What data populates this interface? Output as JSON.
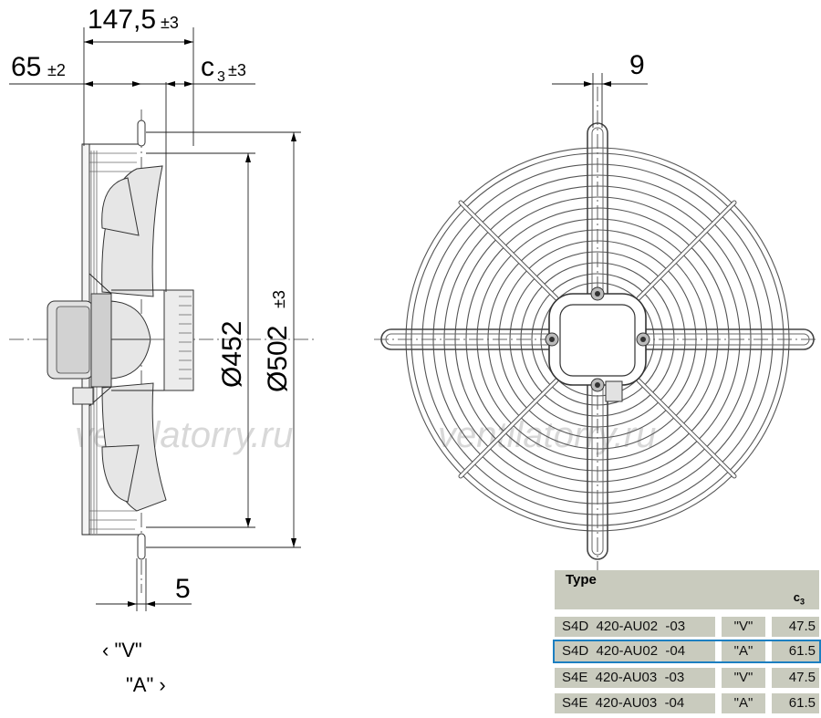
{
  "dimensions": {
    "d147": "147,5",
    "d147_tol": "±3",
    "d65": "65",
    "d65_tol": "±2",
    "c3_letter": "c",
    "c3_sub": "3",
    "c3_tol": "±3",
    "d9": "9",
    "d5": "5",
    "d452": "Ø452",
    "d502": "Ø502",
    "d502_tol": "±3"
  },
  "watermark": {
    "left": "ventilatorry.ru",
    "right": "ventilatorry.ru"
  },
  "direction": {
    "v": "‹ \"V\"",
    "a": "\"A\" ›"
  },
  "table": {
    "header_type": "Type",
    "header_c": "c",
    "header_c_sub": "3",
    "rows": [
      {
        "type": "S4D  420-AU02  -03",
        "dir": "\"V\"",
        "c3": "47.5",
        "highlight": false
      },
      {
        "type": "S4D  420-AU02  -04",
        "dir": "\"A\"",
        "c3": "61.5",
        "highlight": true
      },
      {
        "type": "S4E  420-AU03  -03",
        "dir": "\"V\"",
        "c3": "47.5",
        "highlight": false
      },
      {
        "type": "S4E  420-AU03  -04",
        "dir": "\"A\"",
        "c3": "61.5",
        "highlight": false
      }
    ]
  },
  "colors": {
    "table_bg": "#c9cbbe",
    "highlight": "#1c7fc1"
  }
}
